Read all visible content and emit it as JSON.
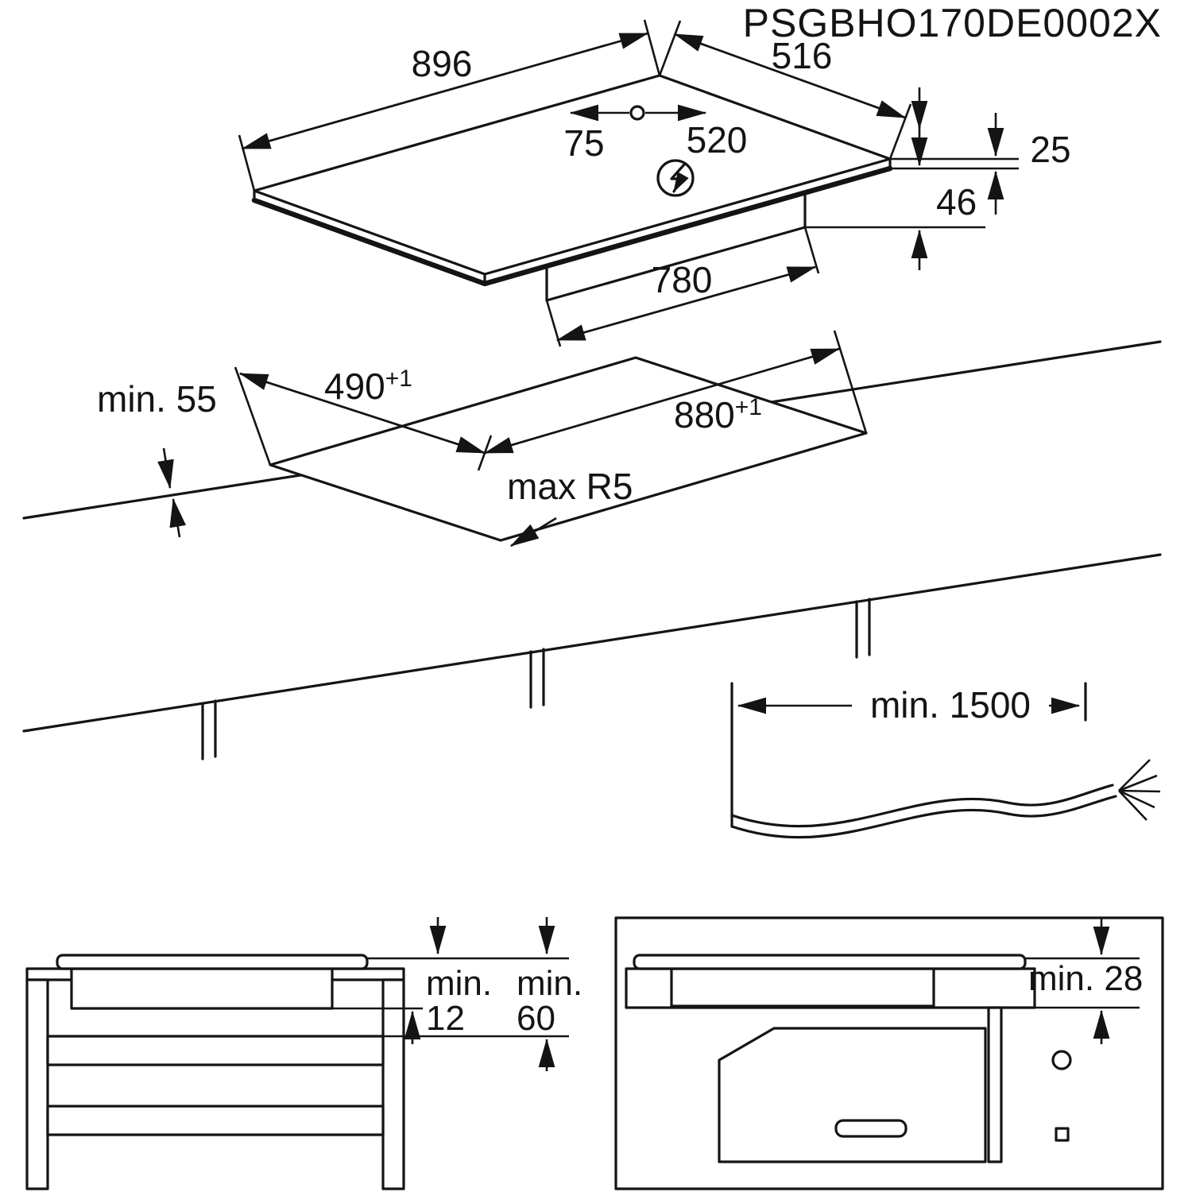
{
  "product_code": "PSGBHO170DE0002X",
  "hob": {
    "width": "896",
    "depth": "516",
    "hole_offset": "75",
    "hole_to_edge": "520",
    "glass_thickness": "25",
    "body_height": "46",
    "body_width": "780"
  },
  "worktop": {
    "front_clearance": "min. 55",
    "cutout_depth": "490",
    "cutout_depth_tol": "+1",
    "cutout_width": "880",
    "cutout_width_tol": "+1",
    "corner_radius": "max R5"
  },
  "cable": {
    "min_length": "min. 1500"
  },
  "side_left": {
    "min_word": "min.",
    "gap_hob_bottom": "12",
    "min_word2": "min.",
    "gap_shelf": "60"
  },
  "side_right": {
    "gap_oven": "min. 28"
  }
}
